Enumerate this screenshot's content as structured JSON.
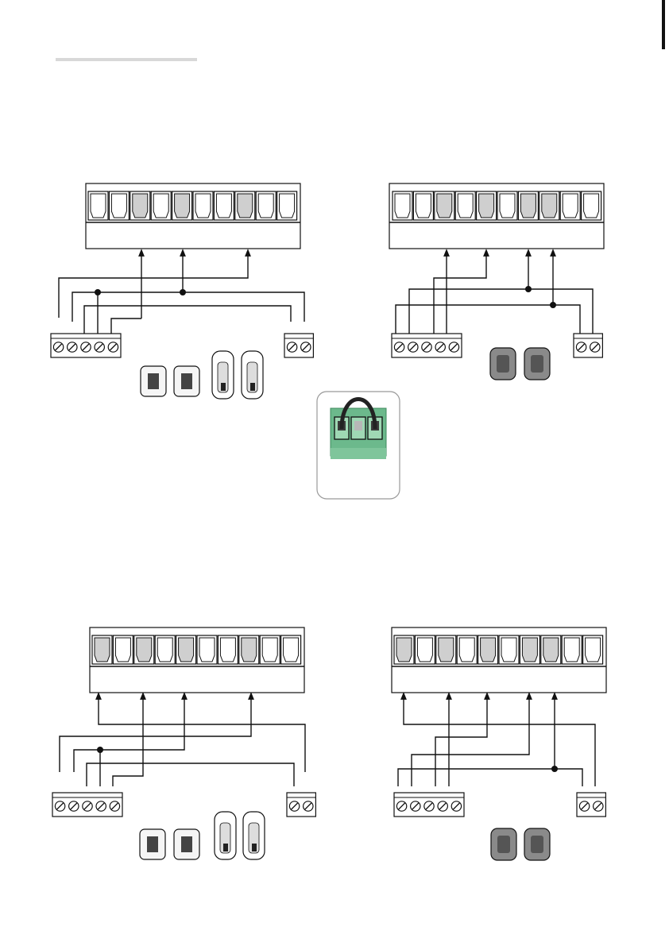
{
  "page": {
    "header_rule_color": "#d8d8d8",
    "edge_bar_color": "#111111"
  },
  "colors": {
    "line": "#111111",
    "terminal_light": "#ffffff",
    "terminal_dark": "#cfcfcf",
    "connector_green": "#6cb98c",
    "connector_green_dark": "#3d8a5d",
    "jumper_inset_border": "#999999",
    "photocell_dark": "#8a8a8a"
  },
  "diagrams": [
    {
      "id": "top-left",
      "terminal_shading": [
        0,
        0,
        1,
        0,
        1,
        0,
        0,
        1,
        0,
        0
      ],
      "transmitter_screws": 2,
      "receiver_screws": 5,
      "devices": "photocells-and-columns"
    },
    {
      "id": "top-right",
      "terminal_shading": [
        0,
        0,
        1,
        0,
        1,
        0,
        1,
        1,
        0,
        0
      ],
      "transmitter_screws": 2,
      "receiver_screws": 5,
      "devices": "wall-photocells"
    },
    {
      "id": "bottom-left",
      "terminal_shading": [
        1,
        0,
        1,
        0,
        1,
        0,
        0,
        1,
        0,
        0
      ],
      "transmitter_screws": 2,
      "receiver_screws": 5,
      "devices": "photocells-and-columns"
    },
    {
      "id": "bottom-right",
      "terminal_shading": [
        1,
        0,
        1,
        0,
        1,
        0,
        1,
        1,
        0,
        0
      ],
      "transmitter_screws": 2,
      "receiver_screws": 5,
      "devices": "wall-photocells"
    }
  ],
  "jumper_inset": {
    "pins": 3,
    "bridged": "outer-pins"
  }
}
